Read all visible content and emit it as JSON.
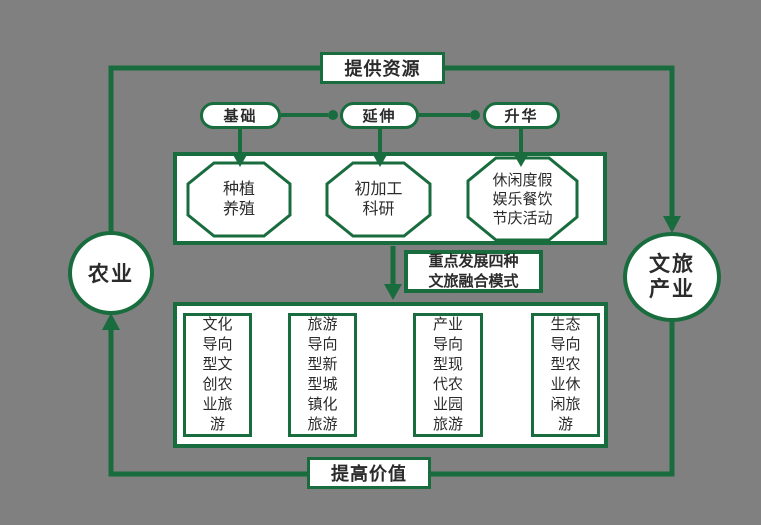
{
  "colors": {
    "accent": "#186c3d",
    "text": "#2b2b2b",
    "fill": "#ffffff",
    "background": "#808080"
  },
  "nodes": {
    "agriculture": {
      "label": "农业"
    },
    "tourism": {
      "label": "文旅\n产业"
    },
    "provide": {
      "label": "提供资源"
    },
    "improve": {
      "label": "提高价值"
    },
    "stages": [
      {
        "label": "基础"
      },
      {
        "label": "延伸"
      },
      {
        "label": "升华"
      }
    ],
    "functions": [
      {
        "label": "种植\n养殖"
      },
      {
        "label": "初加工\n科研"
      },
      {
        "label": "休闲度假\n娱乐餐饮\n节庆活动"
      }
    ],
    "modes_title": {
      "label": "重点发展四种\n文旅融合模式"
    },
    "modes": [
      {
        "label": "文化\n导向\n型文\n创农\n业旅\n游"
      },
      {
        "label": "旅游\n导向\n型新\n型城\n镇化\n旅游"
      },
      {
        "label": "产业\n导向\n型现\n代农\n业园\n旅游"
      },
      {
        "label": "生态\n导向\n型农\n业休\n闲旅\n游"
      }
    ]
  }
}
